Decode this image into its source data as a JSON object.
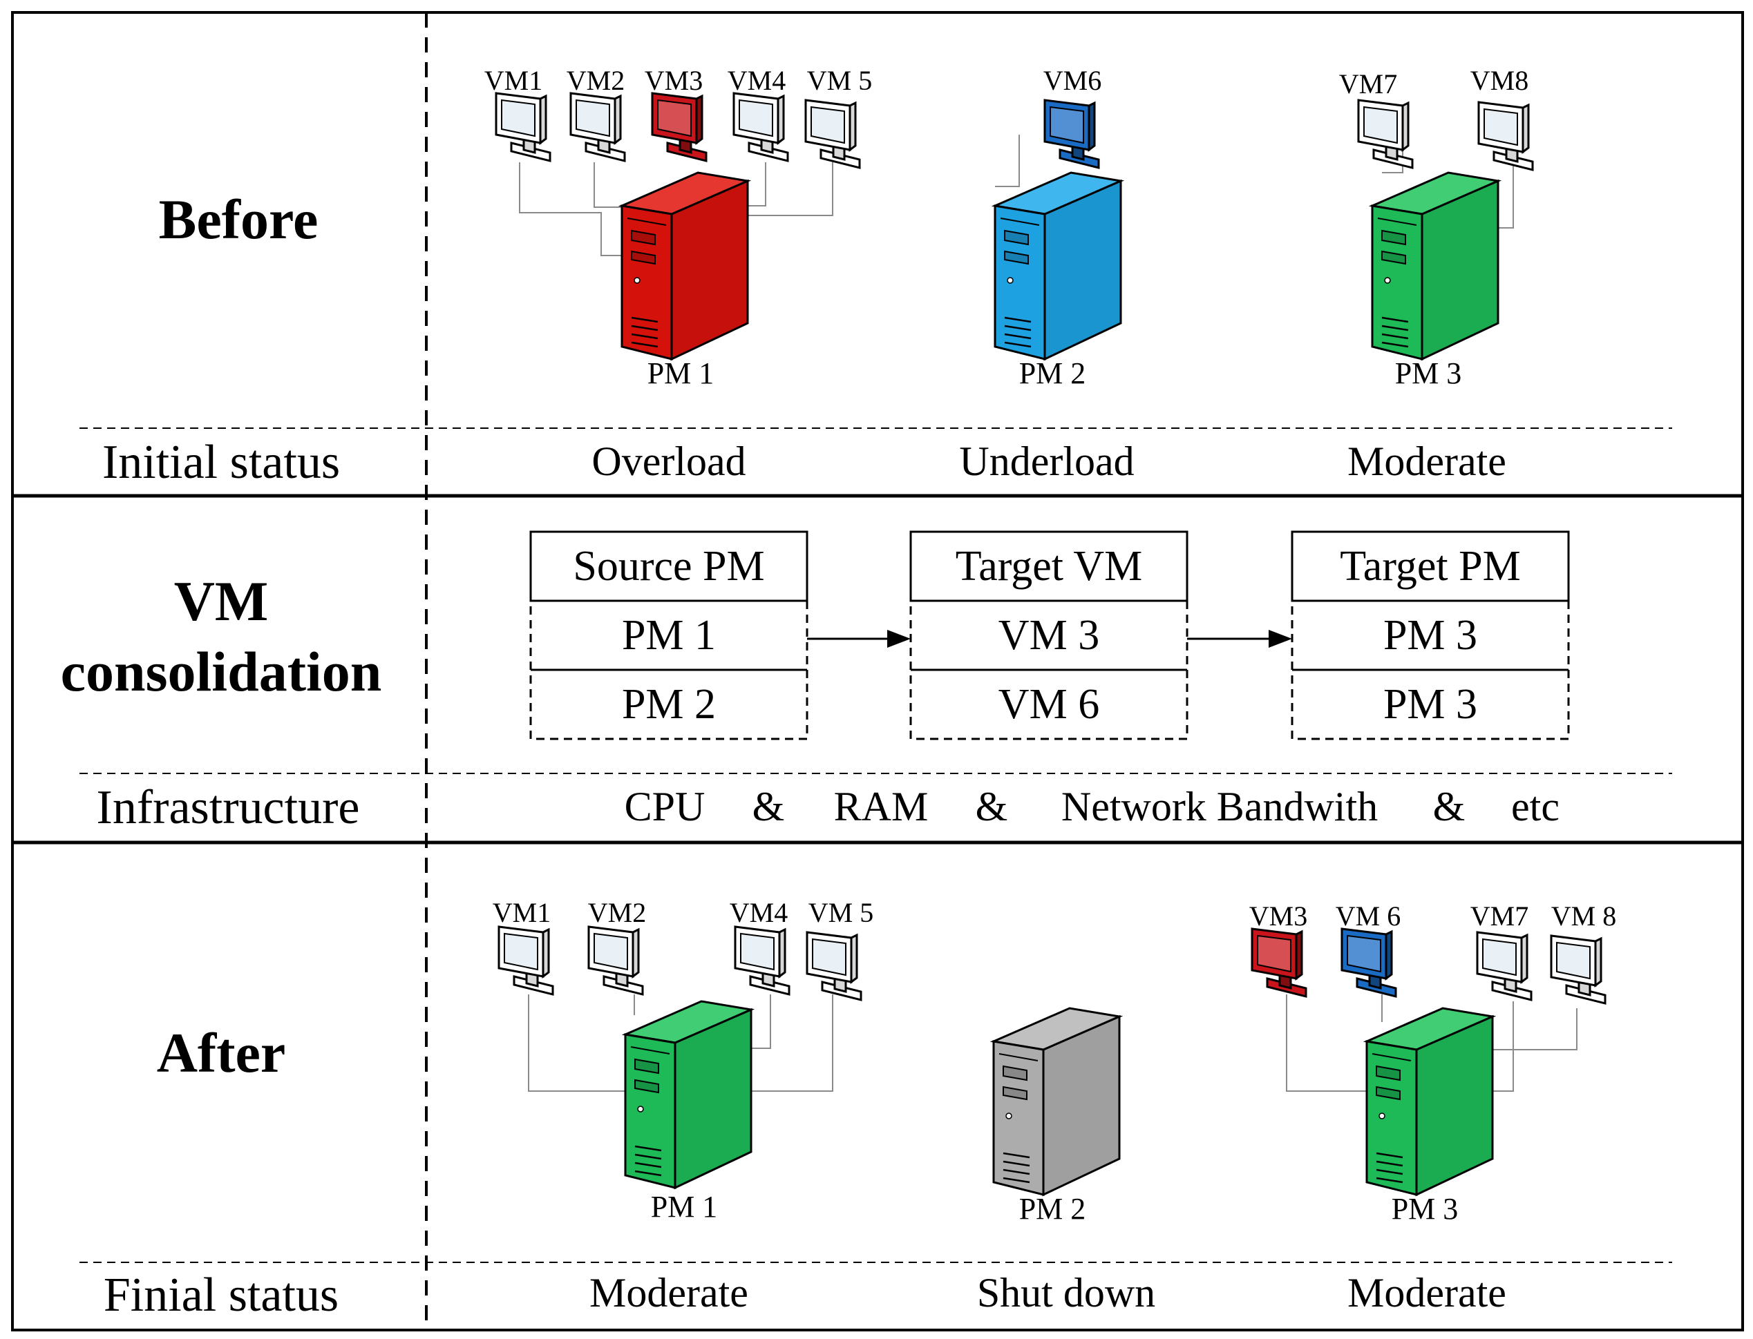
{
  "colors": {
    "overload": "#e0120c",
    "underload": "#1ea9ec",
    "moderate": "#1fc45c",
    "shutdown": "#b5b5b5",
    "vm_white": "#ffffff",
    "vm_red": "#c8141a",
    "vm_blue": "#1a6bc4"
  },
  "before": {
    "title": "Before",
    "vm_labels": [
      "VM1",
      "VM2",
      "VM3",
      "VM4",
      "VM 5",
      "VM6",
      "VM7",
      "VM8"
    ],
    "pm_labels": [
      "PM 1",
      "PM 2",
      "PM 3"
    ],
    "status_row_label": "Initial status",
    "statuses": [
      "Overload",
      "Underload",
      "Moderate"
    ]
  },
  "consolidation": {
    "title_line1": "VM",
    "title_line2": "consolidation",
    "tables": [
      {
        "header": "Source PM",
        "rows": [
          "PM 1",
          "PM 2"
        ]
      },
      {
        "header": "Target VM",
        "rows": [
          "VM 3",
          "VM 6"
        ]
      },
      {
        "header": "Target PM",
        "rows": [
          "PM 3",
          "PM 3"
        ]
      }
    ],
    "infra_row_label": "Infrastructure",
    "infra_items": [
      "CPU",
      "&",
      "RAM",
      "&",
      "Network Bandwith",
      "&",
      "etc"
    ]
  },
  "after": {
    "title": "After",
    "vm_labels": [
      "VM1",
      "VM2",
      "VM4",
      "VM 5",
      "VM3",
      "VM 6",
      "VM7",
      "VM 8"
    ],
    "pm_labels": [
      "PM 1",
      "PM 2",
      "PM 3"
    ],
    "status_row_label": "Finial status",
    "statuses": [
      "Moderate",
      "Shut down",
      "Moderate"
    ]
  }
}
